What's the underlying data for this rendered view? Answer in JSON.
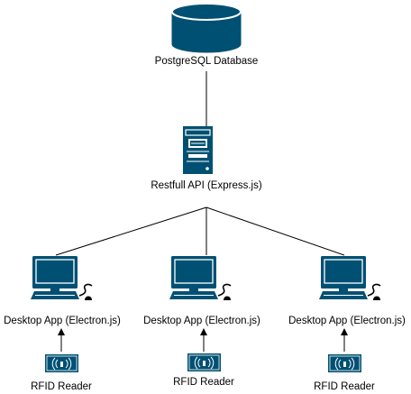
{
  "colors": {
    "accent": "#005073",
    "light": "#ffffff",
    "line": "#000000"
  },
  "nodes": {
    "database": {
      "label": "PostgreSQL Database",
      "icon": "database-cylinder-icon"
    },
    "api": {
      "label": "Restfull API (Express.js)",
      "icon": "server-tower-icon"
    },
    "desktops": [
      {
        "label": "Desktop App (Electron.js)",
        "icon": "desktop-computer-icon"
      },
      {
        "label": "Desktop App (Electron.js)",
        "icon": "desktop-computer-icon"
      },
      {
        "label": "Desktop App (Electron.js)",
        "icon": "desktop-computer-icon"
      }
    ],
    "readers": [
      {
        "label": "RFID Reader",
        "icon": "rfid-reader-icon"
      },
      {
        "label": "RFID Reader",
        "icon": "rfid-reader-icon"
      },
      {
        "label": "RFID Reader",
        "icon": "rfid-reader-icon"
      }
    ]
  }
}
